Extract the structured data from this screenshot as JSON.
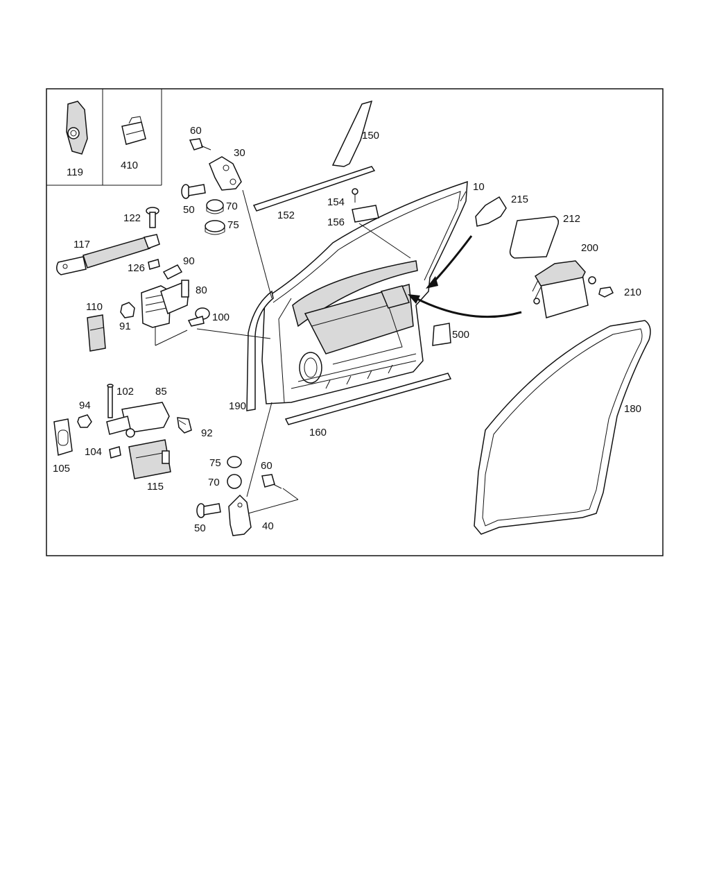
{
  "diagram": {
    "labels": {
      "p10": "10",
      "p30": "30",
      "p40": "40",
      "p50a": "50",
      "p50b": "50",
      "p60a": "60",
      "p60b": "60",
      "p70a": "70",
      "p70b": "70",
      "p75a": "75",
      "p75b": "75",
      "p80": "80",
      "p85": "85",
      "p90": "90",
      "p91": "91",
      "p92": "92",
      "p94": "94",
      "p100": "100",
      "p102": "102",
      "p104": "104",
      "p105": "105",
      "p110": "110",
      "p115": "115",
      "p117": "117",
      "p119": "119",
      "p122": "122",
      "p126": "126",
      "p150": "150",
      "p152": "152",
      "p154": "154",
      "p156": "156",
      "p160": "160",
      "p180": "180",
      "p190": "190",
      "p200": "200",
      "p210": "210",
      "p212": "212",
      "p215": "215",
      "p410": "410",
      "p500": "500"
    }
  }
}
